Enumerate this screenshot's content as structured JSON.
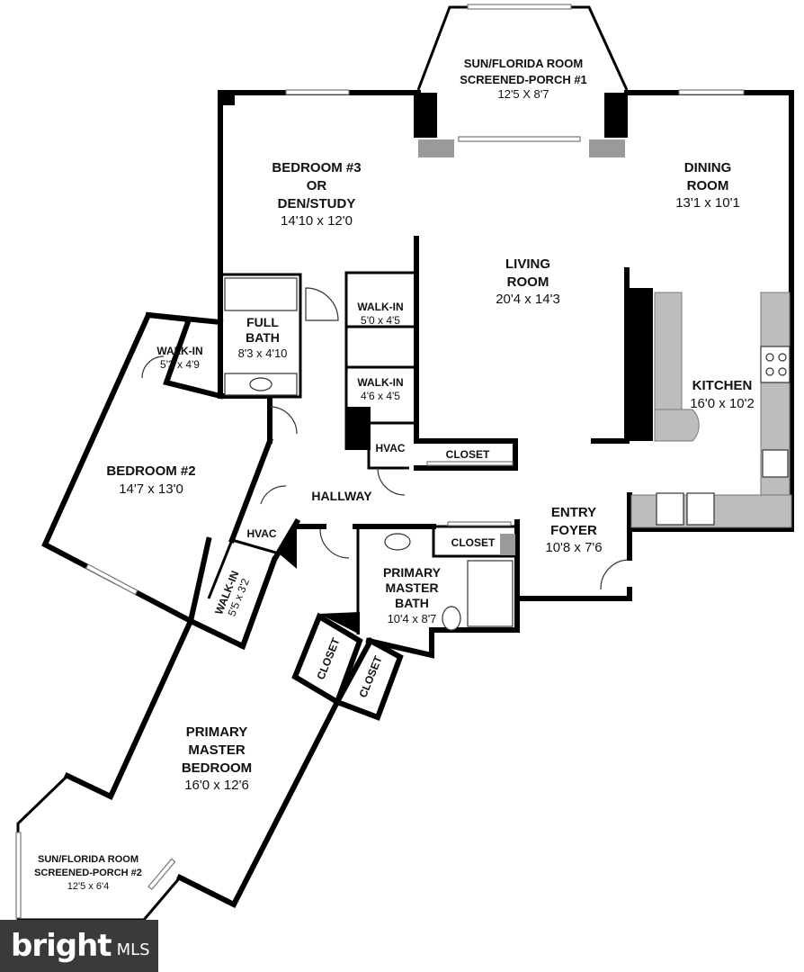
{
  "plan": {
    "rooms": [
      {
        "id": "sun1",
        "name_lines": [
          "SUN/FLORIDA ROOM",
          "SCREENED-PORCH #1"
        ],
        "dims": "12'5 X 8'7"
      },
      {
        "id": "bed3",
        "name_lines": [
          "BEDROOM #3",
          "OR",
          "DEN/STUDY"
        ],
        "dims": "14'10 x 12'0"
      },
      {
        "id": "dining",
        "name_lines": [
          "DINING",
          "ROOM"
        ],
        "dims": "13'1 x 10'1"
      },
      {
        "id": "living",
        "name_lines": [
          "LIVING",
          "ROOM"
        ],
        "dims": "20'4 x 14'3"
      },
      {
        "id": "fullbath",
        "name_lines": [
          "FULL",
          "BATH"
        ],
        "dims": "8'3 x 4'10"
      },
      {
        "id": "walkin_a",
        "name_lines": [
          "WALK-IN"
        ],
        "dims": "5'0 x 4'5"
      },
      {
        "id": "walkin_b",
        "name_lines": [
          "WALK-IN"
        ],
        "dims": "5'3 x 4'9"
      },
      {
        "id": "walkin_c",
        "name_lines": [
          "WALK-IN"
        ],
        "dims": "4'6 x 4'5"
      },
      {
        "id": "kitchen",
        "name_lines": [
          "KITCHEN"
        ],
        "dims": "16'0 x 10'2"
      },
      {
        "id": "hvac1",
        "name_lines": [
          "HVAC"
        ],
        "dims": ""
      },
      {
        "id": "closet1",
        "name_lines": [
          "CLOSET"
        ],
        "dims": ""
      },
      {
        "id": "bed2",
        "name_lines": [
          "BEDROOM #2"
        ],
        "dims": "14'7 x 13'0"
      },
      {
        "id": "hallway",
        "name_lines": [
          "HALLWAY"
        ],
        "dims": ""
      },
      {
        "id": "entry",
        "name_lines": [
          "ENTRY",
          "FOYER"
        ],
        "dims": "10'8 x 7'6"
      },
      {
        "id": "hvac2",
        "name_lines": [
          "HVAC"
        ],
        "dims": ""
      },
      {
        "id": "closet2",
        "name_lines": [
          "CLOSET"
        ],
        "dims": ""
      },
      {
        "id": "masterbath",
        "name_lines": [
          "PRIMARY",
          "MASTER",
          "BATH"
        ],
        "dims": "10'4 x 8'7"
      },
      {
        "id": "walkin_d",
        "name_lines": [
          "WALK-IN"
        ],
        "dims": "5'5 x 3'2"
      },
      {
        "id": "closet3",
        "name_lines": [
          "CLOSET"
        ],
        "dims": ""
      },
      {
        "id": "closet4",
        "name_lines": [
          "CLOSET"
        ],
        "dims": ""
      },
      {
        "id": "masterbed",
        "name_lines": [
          "PRIMARY",
          "MASTER",
          "BEDROOM"
        ],
        "dims": "16'0 x 12'6"
      },
      {
        "id": "sun2",
        "name_lines": [
          "SUN/FLORIDA ROOM",
          "SCREENED-PORCH #2"
        ],
        "dims": "12'5 x 6'4"
      }
    ]
  },
  "watermark": {
    "brand": "bright",
    "suffix": "MLS"
  },
  "colors": {
    "wall": "#000000",
    "fixture_grey": "#bdbdbd",
    "logo_bg": "#3a3a3a"
  }
}
